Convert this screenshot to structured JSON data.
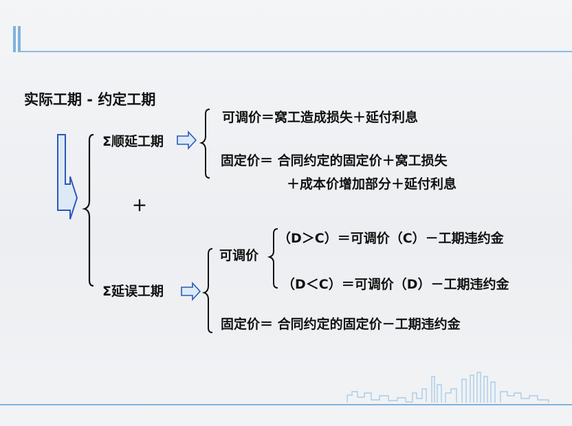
{
  "title": "实际工期 - 约定工期",
  "shunyan": {
    "label": "Σ顺延工期",
    "adjustable": "可调价＝窝工造成损失＋延付利息",
    "fixed_line1": "固定价＝ 合同约定的固定价＋窝工损失",
    "fixed_line2": "＋成本价增加部分＋延付利息"
  },
  "plus": "＋",
  "yanwu": {
    "label": "Σ延误工期",
    "adjustable_label": "可调价",
    "case_dc_greater": "（D＞C）＝可调价（C）－工期违约金",
    "case_dc_less": "（D＜C）＝可调价（D）－工期违约金",
    "fixed": "固定价＝ 合同约定的固定价－工期违约金"
  },
  "colors": {
    "accent_line": "#6aa6d6",
    "arrow_fill": "#dce9f7",
    "arrow_stroke": "#2b57b8"
  }
}
